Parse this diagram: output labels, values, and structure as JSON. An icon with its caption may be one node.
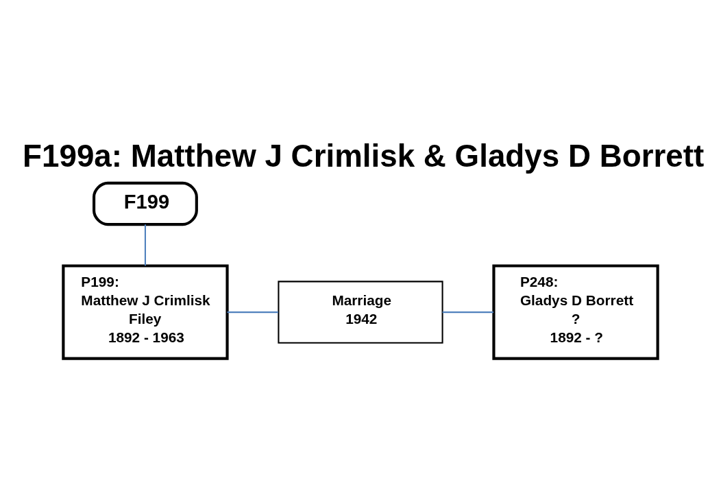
{
  "diagram": {
    "title": "F199a: Matthew J Crimlisk & Gladys D Borrett",
    "nodes": [
      {
        "text": [
          "F199"
        ]
      },
      {
        "text": [
          "P199:",
          "Matthew J Crimlisk",
          "Filey",
          "1892 - 1963"
        ]
      },
      {
        "text": [
          "Marriage",
          "1942"
        ]
      },
      {
        "text": [
          "P248:",
          "Gladys D Borrett",
          "?",
          "1892 - ?"
        ]
      }
    ],
    "edges": [
      {
        "from": 0,
        "to": 1,
        "arrow": "none"
      },
      {
        "from": 1,
        "to": 2,
        "arrow": "none"
      },
      {
        "from": 2,
        "to": 3,
        "arrow": "none"
      }
    ]
  }
}
